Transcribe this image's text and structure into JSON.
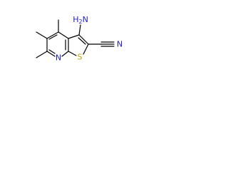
{
  "molecule": {
    "colors": {
      "bond": "#000000",
      "nitrogen": "#1a1ae0",
      "sulfur": "#b8a000",
      "carbon": "#000000"
    },
    "labels": {
      "amine_h": "H",
      "amine_sub": "2",
      "amine_n": "N",
      "nitrile_n": "N",
      "ring_n": "N",
      "ring_s": "S"
    }
  }
}
